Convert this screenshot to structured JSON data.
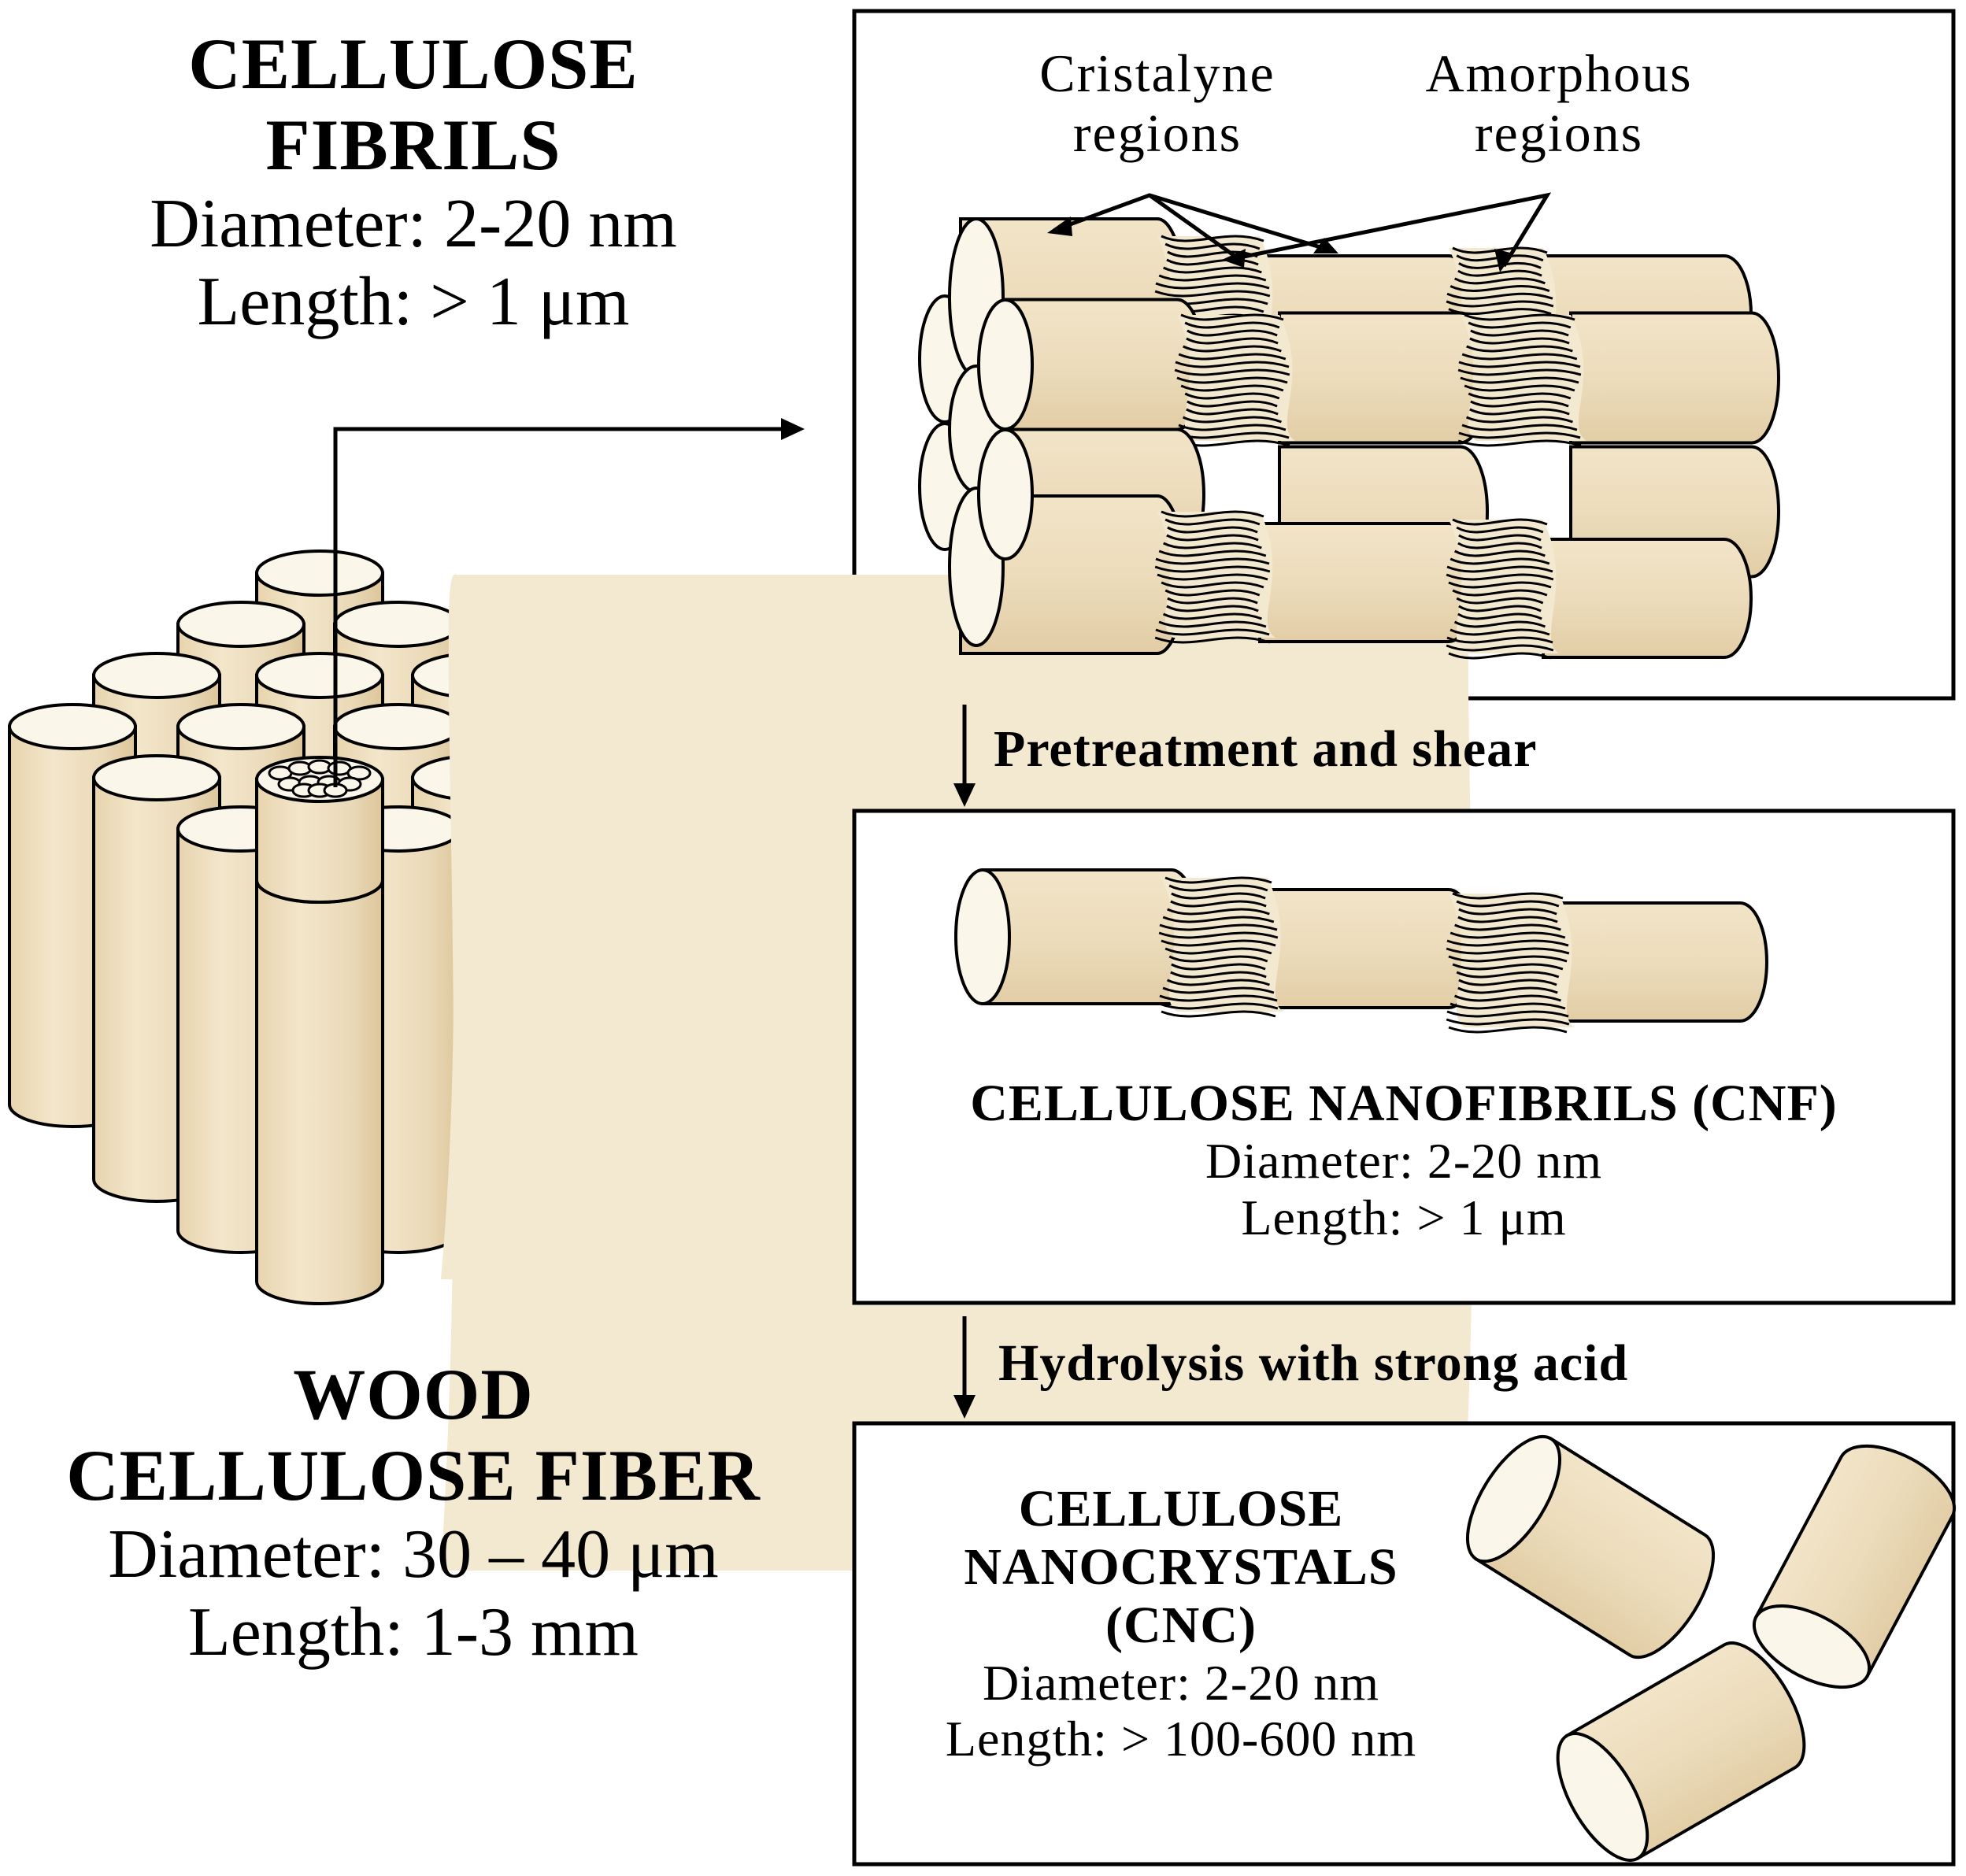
{
  "fibrils": {
    "title": [
      "CELLULOSE",
      "FIBRILS"
    ],
    "diameter": "Diameter: 2-20 nm",
    "length": "Length: > 1 μm"
  },
  "fiber": {
    "title": [
      "WOOD",
      "CELLULOSE FIBER"
    ],
    "diameter": "Diameter: 30 – 40 μm",
    "length": "Length: 1-3 mm"
  },
  "annotations": {
    "crystalline": [
      "Cristalyne",
      "regions"
    ],
    "amorphous": [
      "Amorphous",
      "regions"
    ]
  },
  "steps": {
    "first": "Pretreatment and shear",
    "second": "Hydrolysis with strong acid"
  },
  "cnf": {
    "title": "CELLULOSE NANOFIBRILS (CNF)",
    "diameter": "Diameter: 2-20 nm",
    "length": "Length: > 1 μm"
  },
  "cnc": {
    "title": [
      "CELLULOSE",
      "NANOCRYSTALS",
      "(CNC)"
    ],
    "diameter": "Diameter: 2-20 nm",
    "length": "Length: > 100-600 nm"
  },
  "colors": {
    "cylinder_fill": "#efdfbf",
    "cylinder_top": "#fbf6ea",
    "outline": "#000000"
  }
}
